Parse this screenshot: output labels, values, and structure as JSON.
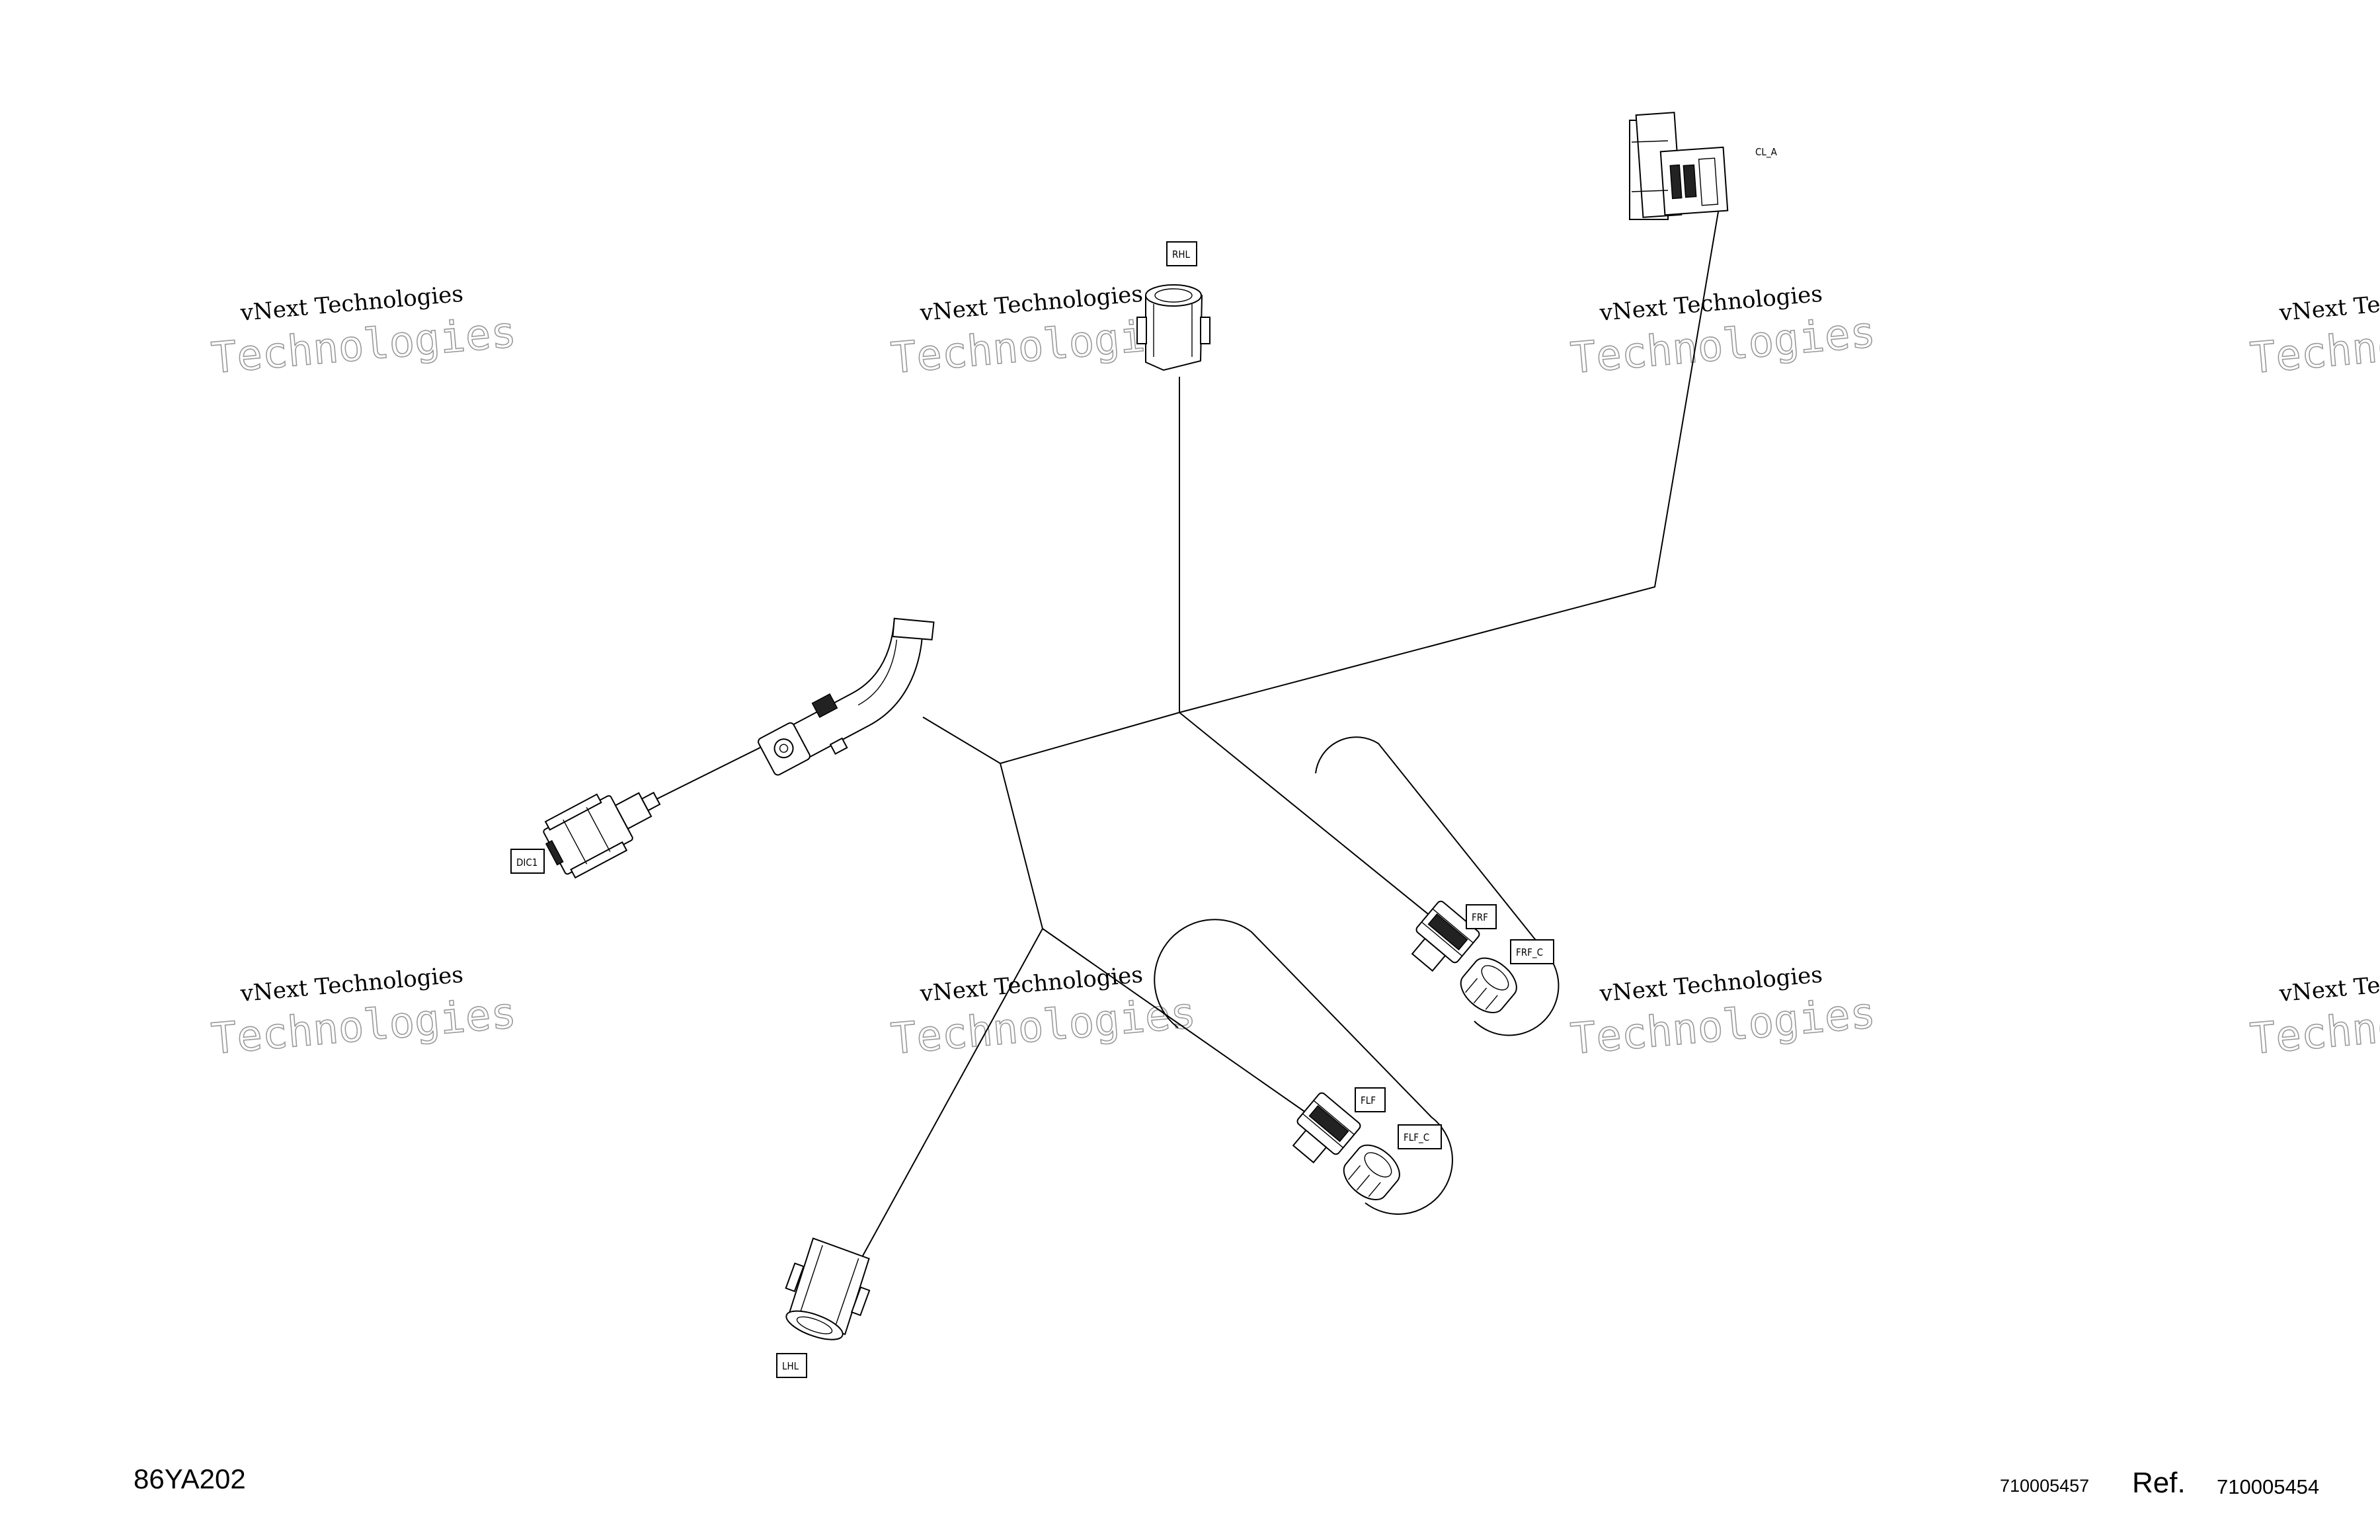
{
  "watermark": {
    "line1": "vNext Technologies",
    "line2": "Technologies"
  },
  "connectors": {
    "cl_a": "CL_A",
    "rhl": "RHL",
    "dic1": "DIC1",
    "frf": "FRF",
    "frf_c": "FRF_C",
    "flf": "FLF",
    "flf_c": "FLF_C",
    "lhl": "LHL"
  },
  "footer": {
    "diagram_id": "86YA202",
    "part_number": "710005457",
    "ref_label": "Ref.",
    "ref_number": "710005454"
  }
}
